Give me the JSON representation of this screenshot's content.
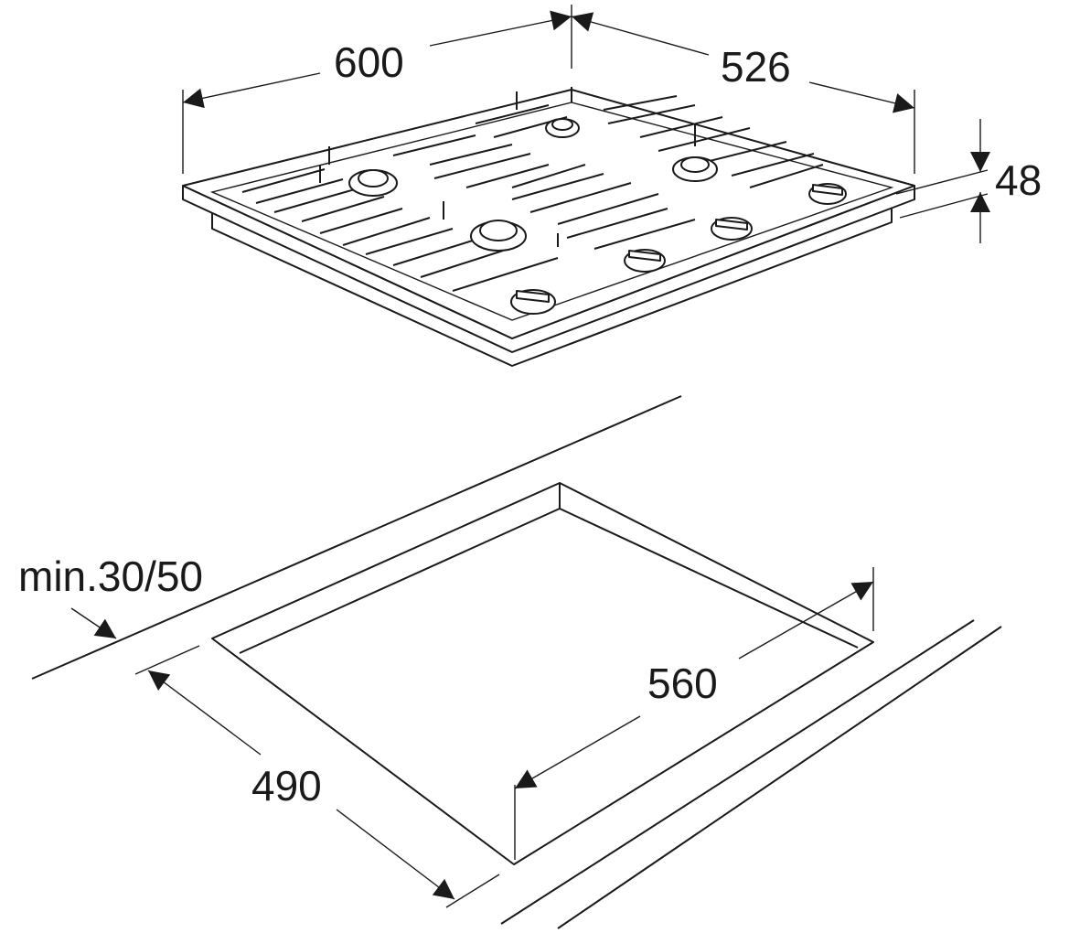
{
  "diagram": {
    "hob": {
      "width_label": "600",
      "depth_label": "526",
      "height_label": "48",
      "burner_count": 4,
      "knob_count": 4
    },
    "cutout": {
      "width_label": "560",
      "depth_label": "490",
      "min_distance_label": "min.30/50"
    }
  }
}
